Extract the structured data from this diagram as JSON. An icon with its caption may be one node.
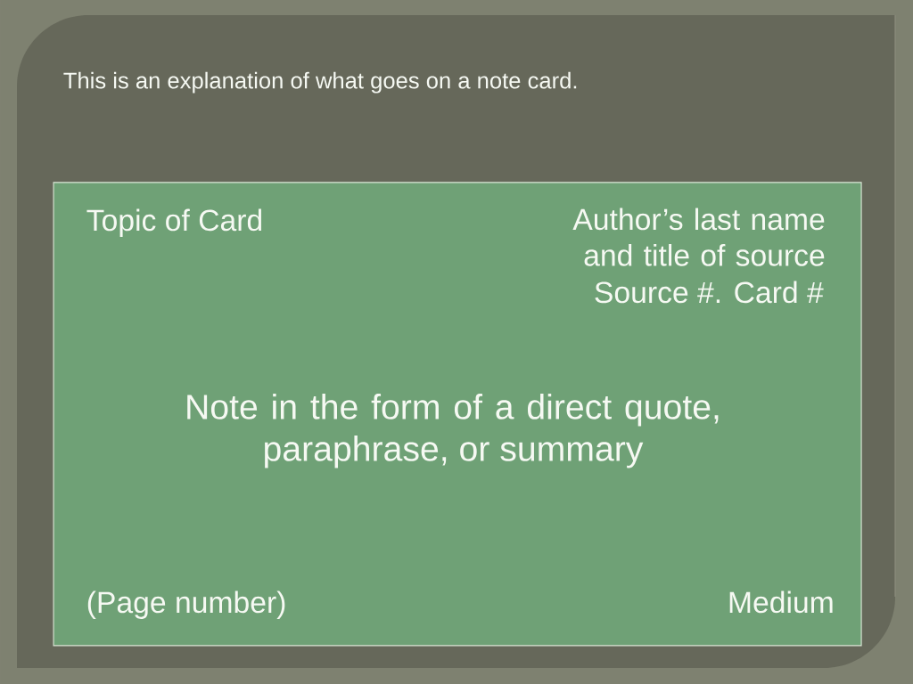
{
  "diagram": {
    "title": "This is an explanation of what goes on a note card.",
    "nodes": [
      {
        "text": [
          "Topic of Card",
          "Author’s last name and title of source",
          "Source #. Card #",
          "Note in the form of a direct quote, paraphrase, or summary",
          "(Page number)",
          "Medium"
        ]
      }
    ]
  }
}
